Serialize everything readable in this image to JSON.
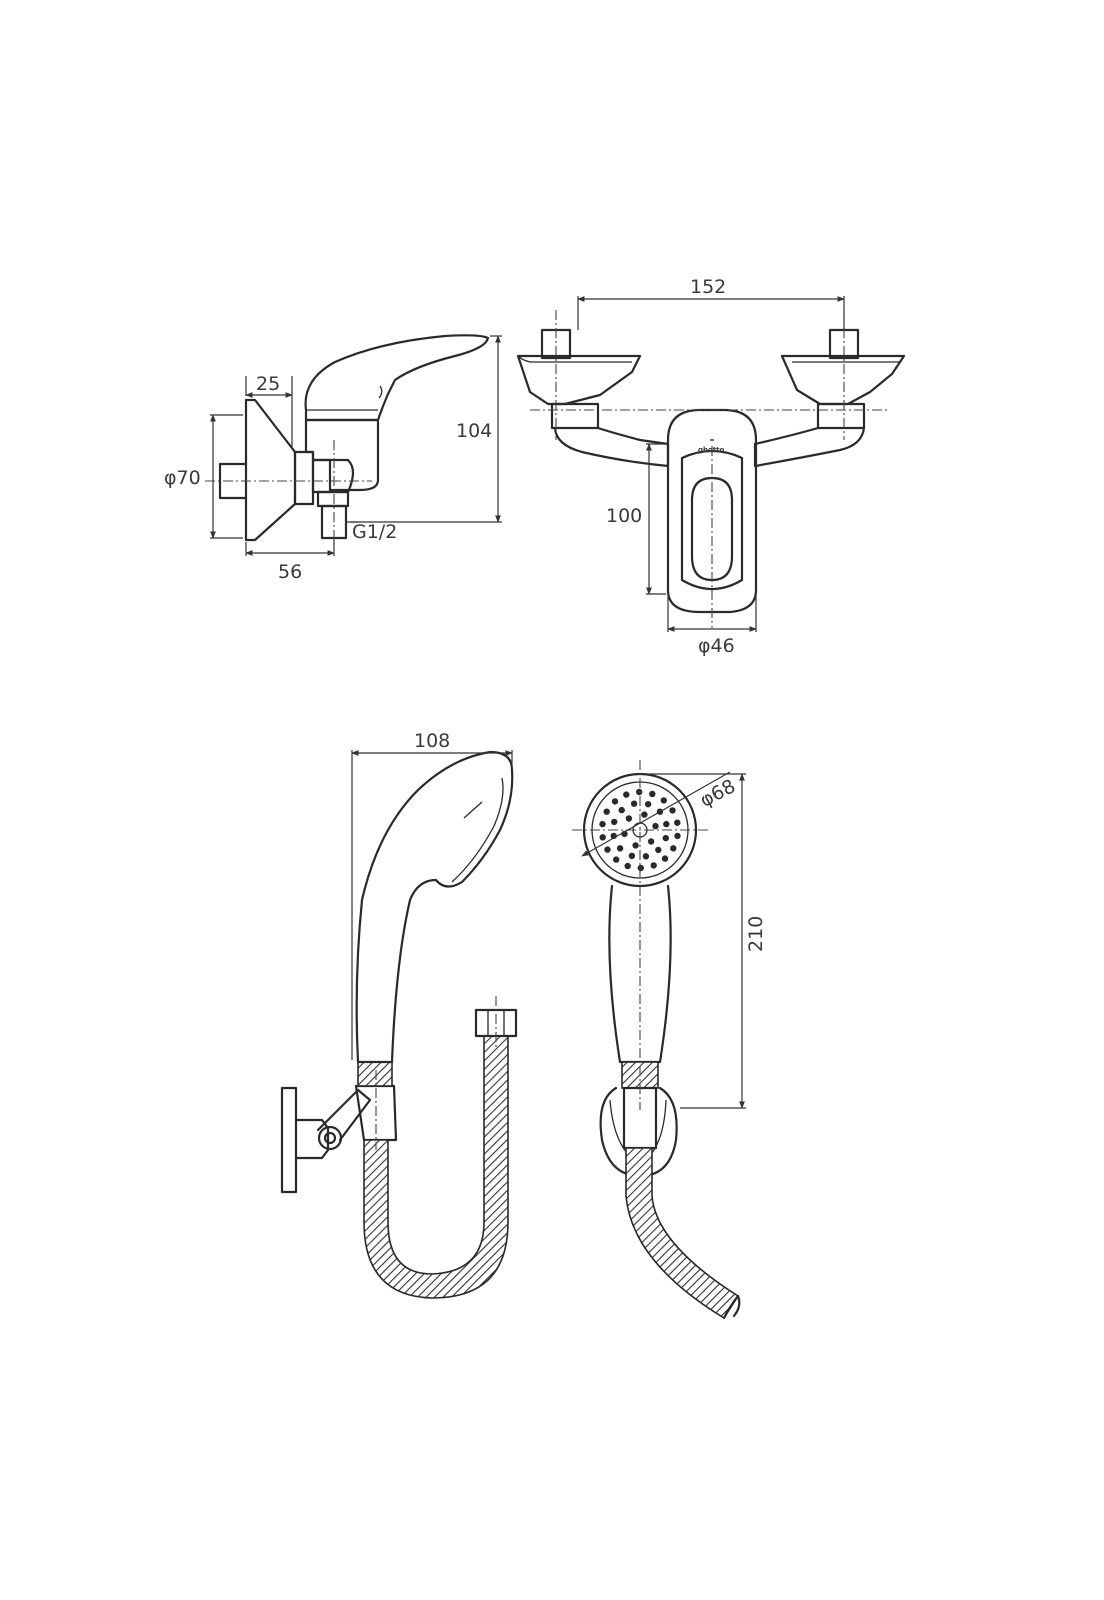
{
  "dimensions": {
    "side_view_projection": "25",
    "side_view_flange_diameter": "φ70",
    "side_view_depth": "56",
    "side_view_height": "104",
    "side_view_thread": "G1/2",
    "front_view_center_distance": "152",
    "front_view_body_height": "100",
    "front_view_body_diameter": "φ46",
    "hand_shower_side_length": "108",
    "hand_shower_head_diameter": "φ68",
    "hand_shower_length": "210"
  },
  "logo_text": "ghotto"
}
